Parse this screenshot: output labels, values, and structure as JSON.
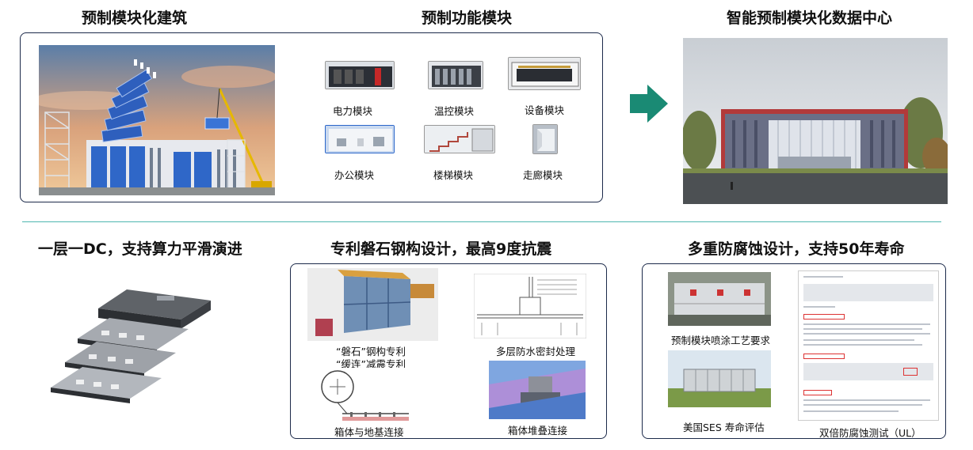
{
  "headings": {
    "prefab_building": "预制模块化建筑",
    "functional_modules": "预制功能模块",
    "smart_dc": "智能预制模块化数据中心",
    "single_floor": "一层一DC，支持算力平滑演进",
    "steel_structure": "专利磐石钢构设计，最高9度抗震",
    "anticorrosion": "多重防腐蚀设计，支持50年寿命"
  },
  "modules": [
    {
      "label": "电力模块"
    },
    {
      "label": "温控模块"
    },
    {
      "label": "设备模块"
    },
    {
      "label": "办公模块"
    },
    {
      "label": "楼梯模块"
    },
    {
      "label": "走廊模块"
    }
  ],
  "steel_captions": {
    "patent_line1": "“磐石”钢构专利",
    "patent_line2": "“缓连”减震专利",
    "waterproof": "多层防水密封处理",
    "foundation": "箱体与地基连接",
    "stacking": "箱体堆叠连接"
  },
  "anticorrosion_captions": {
    "spray": "预制模块喷涂工艺要求",
    "ses": "美国SES 寿命评估",
    "ul": "双倍防腐蚀测试（UL）"
  },
  "colors": {
    "panel_border": "#1c2a4a",
    "divider": "#4fb7b0",
    "arrow": "#1a8a74"
  }
}
